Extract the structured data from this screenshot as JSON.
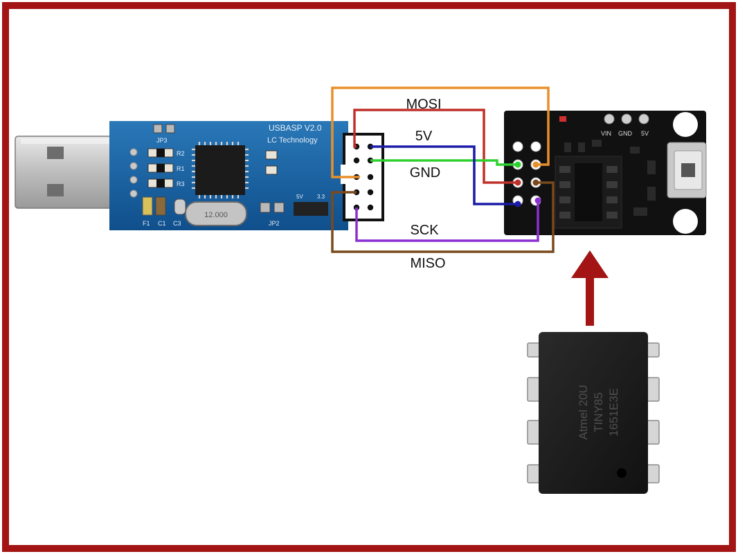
{
  "diagram": {
    "frame_color": "#a31414",
    "arrow_color": "#a31414",
    "usbasp": {
      "title": "USBASP V2.0",
      "subtitle": "LC Technology",
      "crystal": "12.000",
      "labels": {
        "jp3": "JP3",
        "jp2": "JP2",
        "r1": "R1",
        "r2": "R2",
        "r3": "R3",
        "f1": "F1",
        "c1": "C1",
        "c3": "C3",
        "v5": "5V",
        "v33": "3.3"
      }
    },
    "attiny_board": {
      "header_labels": [
        "VIN",
        "GND",
        "5V"
      ]
    },
    "chip": {
      "brand": "Atmel",
      "lines": [
        "Atmel 20U",
        "TINY85",
        "1651E3E"
      ]
    },
    "wires": [
      {
        "label": "MOSI",
        "color": "#e8902a"
      },
      {
        "label": "5V",
        "color": "#c0302a"
      },
      {
        "label": "GND",
        "color": "#2fd12f"
      },
      {
        "label": "SCK",
        "color": "#8a2fd2"
      },
      {
        "label": "MISO",
        "color": "#7a4a1c"
      },
      {
        "label": "",
        "color": "#1b1ba8"
      }
    ]
  }
}
